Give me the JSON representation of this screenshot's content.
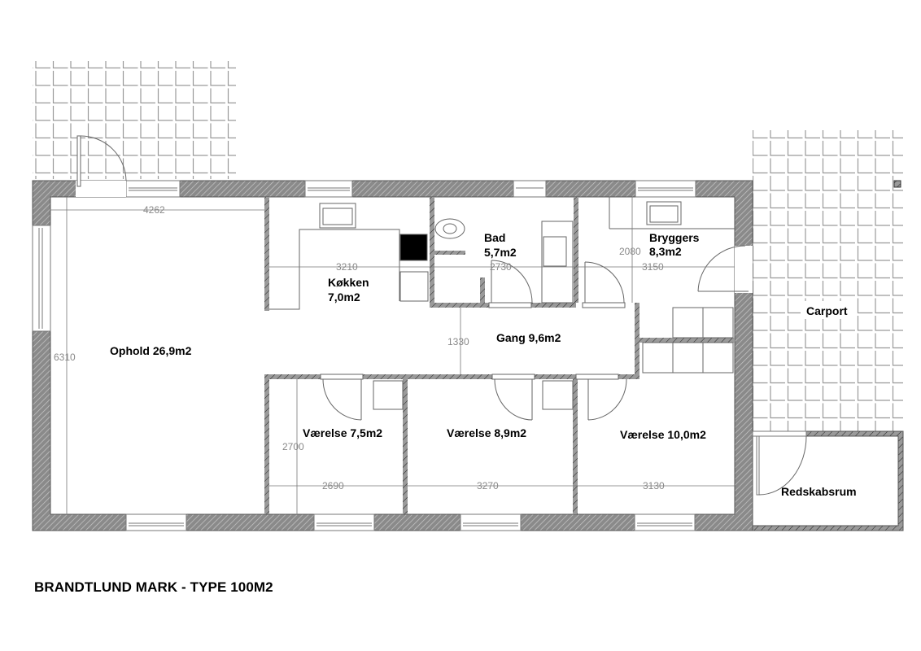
{
  "title": "BRANDTLUND MARK - TYPE 100M2",
  "colors": {
    "wall_fill": "#8a8a8a",
    "wall_hatch": "#cfcfcf",
    "line": "#555555",
    "dim_text": "#888888",
    "label_text": "#000000",
    "paving": "#9a9a9a"
  },
  "rooms": [
    {
      "name": "Ophold",
      "area": "26,9m2",
      "label": "Ophold 26,9m2"
    },
    {
      "name": "Køkken",
      "area": "7,0m2",
      "label_line1": "Køkken",
      "label_line2": "7,0m2"
    },
    {
      "name": "Bad",
      "area": "5,7m2",
      "label_line1": "Bad",
      "label_line2": "5,7m2"
    },
    {
      "name": "Bryggers",
      "area": "8,3m2",
      "label_line1": "Bryggers",
      "label_line2": "8,3m2"
    },
    {
      "name": "Gang",
      "area": "9,6m2",
      "label": "Gang 9,6m2"
    },
    {
      "name": "Værelse",
      "area": "7,5m2",
      "label": "Værelse 7,5m2"
    },
    {
      "name": "Værelse",
      "area": "8,9m2",
      "label": "Værelse 8,9m2"
    },
    {
      "name": "Værelse",
      "area": "10,0m2",
      "label": "Værelse 10,0m2"
    },
    {
      "name": "Carport",
      "label": "Carport"
    },
    {
      "name": "Redskabsrum",
      "label": "Redskabsrum"
    }
  ],
  "dimensions": {
    "ophold_width": "4262",
    "ophold_depth": "6310",
    "kokken_width": "3210",
    "bad_width": "2730",
    "bryggers_depth": "2080",
    "bryggers_width": "3150",
    "gang_depth": "1330",
    "vaerelse1_depth": "2700",
    "vaerelse1_width": "2690",
    "vaerelse2_width": "3270",
    "vaerelse3_width": "3130"
  }
}
